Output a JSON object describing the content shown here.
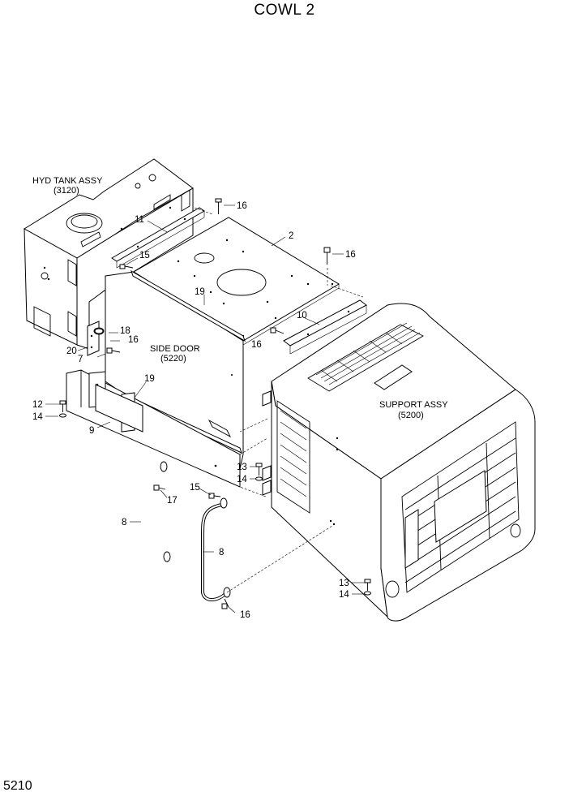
{
  "header": {
    "title": "COWL 2"
  },
  "footer": {
    "page_number": "5210"
  },
  "assemblies": {
    "hyd_tank": {
      "name": "HYD TANK ASSY",
      "code": "(3120)"
    },
    "side_door": {
      "name": "SIDE DOOR",
      "code": "(5220)"
    },
    "support": {
      "name": "SUPPORT ASSY",
      "code": "(5200)"
    }
  },
  "callouts": {
    "c2": "2",
    "c7": "7",
    "c8a": "8",
    "c8b": "8",
    "c9": "9",
    "c10": "10",
    "c11": "11",
    "c12": "12",
    "c13a": "13",
    "c13b": "13",
    "c14a": "14",
    "c14b": "14",
    "c14c": "14",
    "c15a": "15",
    "c15b": "15",
    "c16a": "16",
    "c16b": "16",
    "c16c": "16",
    "c16d": "16",
    "c16e": "16",
    "c17": "17",
    "c18": "18",
    "c19a": "19",
    "c19b": "19",
    "c20": "20"
  }
}
